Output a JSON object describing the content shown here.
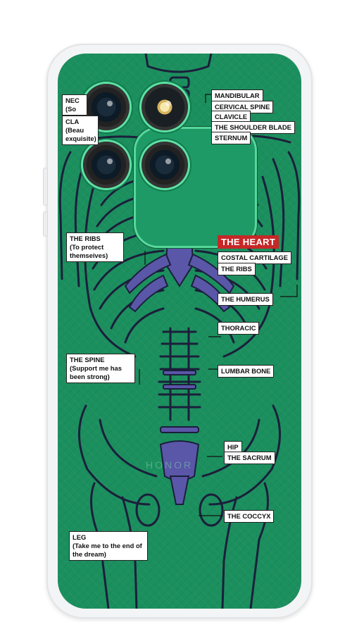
{
  "brand_watermark": "HONOR",
  "labels": {
    "neck": "NEC",
    "neck_sub": "(So",
    "clavicle_left": "CLA",
    "clavicle_left_sub": "(Beau",
    "clavicle_left_sub2": "exquisite)",
    "mandibular": "MANDIBULAR",
    "cervical_spine": "CERVICAL SPINE",
    "clavicle": "CLAVICLE",
    "shoulder_blade": "THE SHOULDER BLADE",
    "sternum": "STERNUM",
    "ribs_left": "THE RIBS",
    "ribs_left_sub": "(To protect themseives)",
    "heart": "THE HEART",
    "costal_cartilage": "COSTAL CARTILAGE",
    "ribs_right": "THE RIBS",
    "humerus": "THE HUMERUS",
    "thoracic": "THORACIC",
    "spine": "THE SPINE",
    "spine_sub": "(Support me has been strong)",
    "lumbar": "LUMBAR BONE",
    "hip": "HIP",
    "sacrum": "THE SACRUM",
    "coccyx": "THE COCCYX",
    "leg": "LEG",
    "leg_sub": "(Take me to the end of the dream)"
  },
  "colors": {
    "phone_green": "#1b8f5e",
    "bone_line": "#1b1f3b",
    "bone_fill": "#5a56a8",
    "heart_red": "#d32f2f",
    "camera_ring": "#5fe0a3"
  }
}
